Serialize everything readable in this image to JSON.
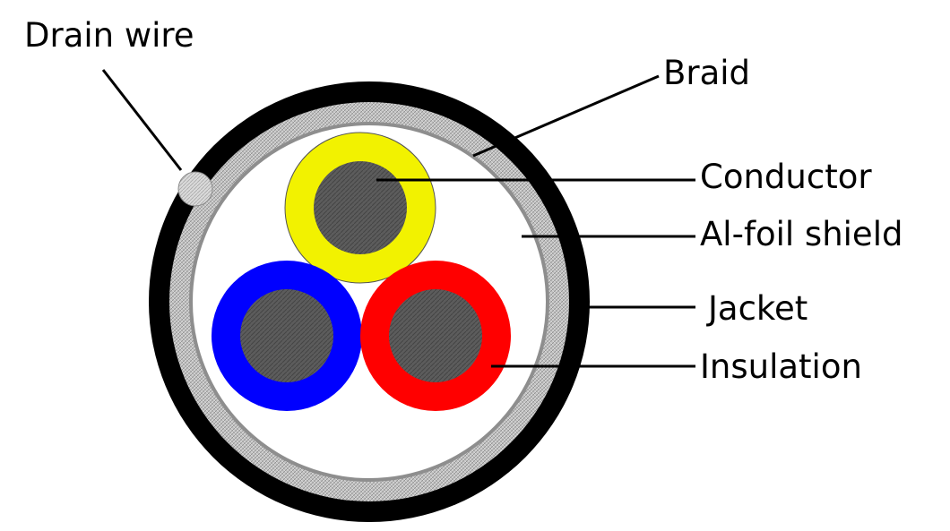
{
  "labels": {
    "drain_wire": "Drain wire",
    "braid": "Braid",
    "conductor": "Conductor",
    "al_foil_shield": "Al-foil shield",
    "jacket": "Jacket",
    "insulation": "Insulation"
  },
  "colors": {
    "jacket": "#000000",
    "braid": "#bdbdbd",
    "foil": "#9a9a9a",
    "filler": "#ffffff",
    "conductor": "#5a5a5a",
    "insulation_yellow": "#f2f200",
    "insulation_blue": "#0000ff",
    "insulation_red": "#ff0000",
    "drain_wire": "#d8d8d8"
  }
}
